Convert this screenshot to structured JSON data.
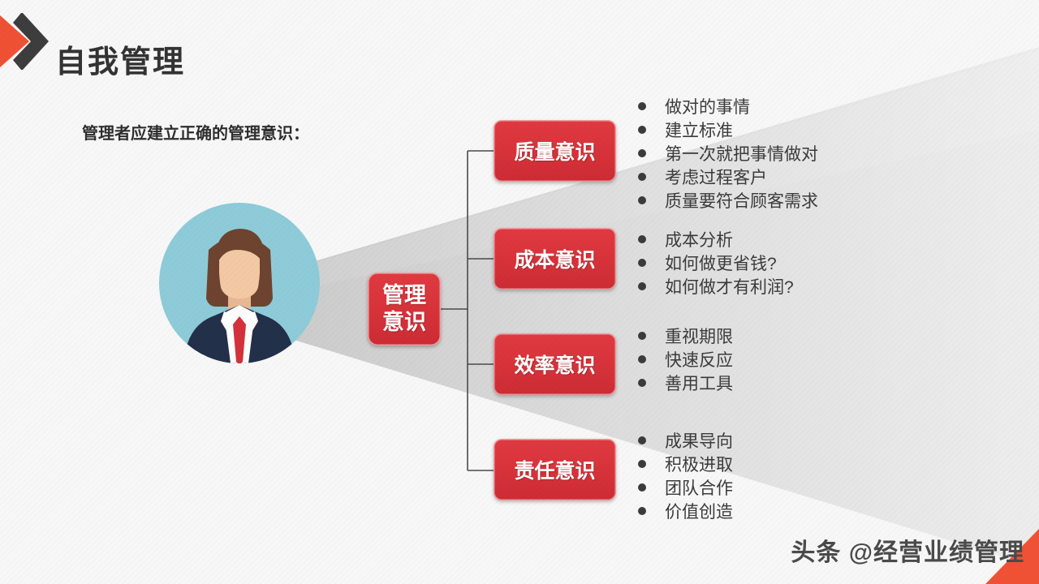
{
  "slide": {
    "title": "自我管理",
    "intro_text": "管理者应建立正确的管理意识：",
    "center_node": {
      "line1": "管理",
      "line2": "意识"
    },
    "branches": [
      {
        "label": "质量意识",
        "bullets": [
          "做对的事情",
          "建立标准",
          "第一次就把事情做对",
          "考虑过程客户",
          "质量要符合顾客需求"
        ]
      },
      {
        "label": "成本意识",
        "bullets": [
          "成本分析",
          "如何做更省钱?",
          "如何做才有利润?"
        ]
      },
      {
        "label": "效率意识",
        "bullets": [
          "重视期限",
          "快速反应",
          "善用工具"
        ]
      },
      {
        "label": "责任意识",
        "bullets": [
          "成果导向",
          "积极进取",
          "团队合作",
          "价值创造"
        ]
      }
    ],
    "watermark": "头条 @经营业绩管理",
    "colors": {
      "accent_red": "#d7323a",
      "accent_orange": "#ef5134",
      "header_dark": "#3d3d3d",
      "avatar_circle": "#8ecbd9",
      "avatar_hair": "#6e4430",
      "avatar_skin": "#f3c9a4",
      "avatar_suit": "#23304a",
      "avatar_tie": "#d3313b",
      "text_dark": "#3b3b3b",
      "background": "#f7f7f7",
      "cone_gray": "#dcdcdc"
    }
  }
}
